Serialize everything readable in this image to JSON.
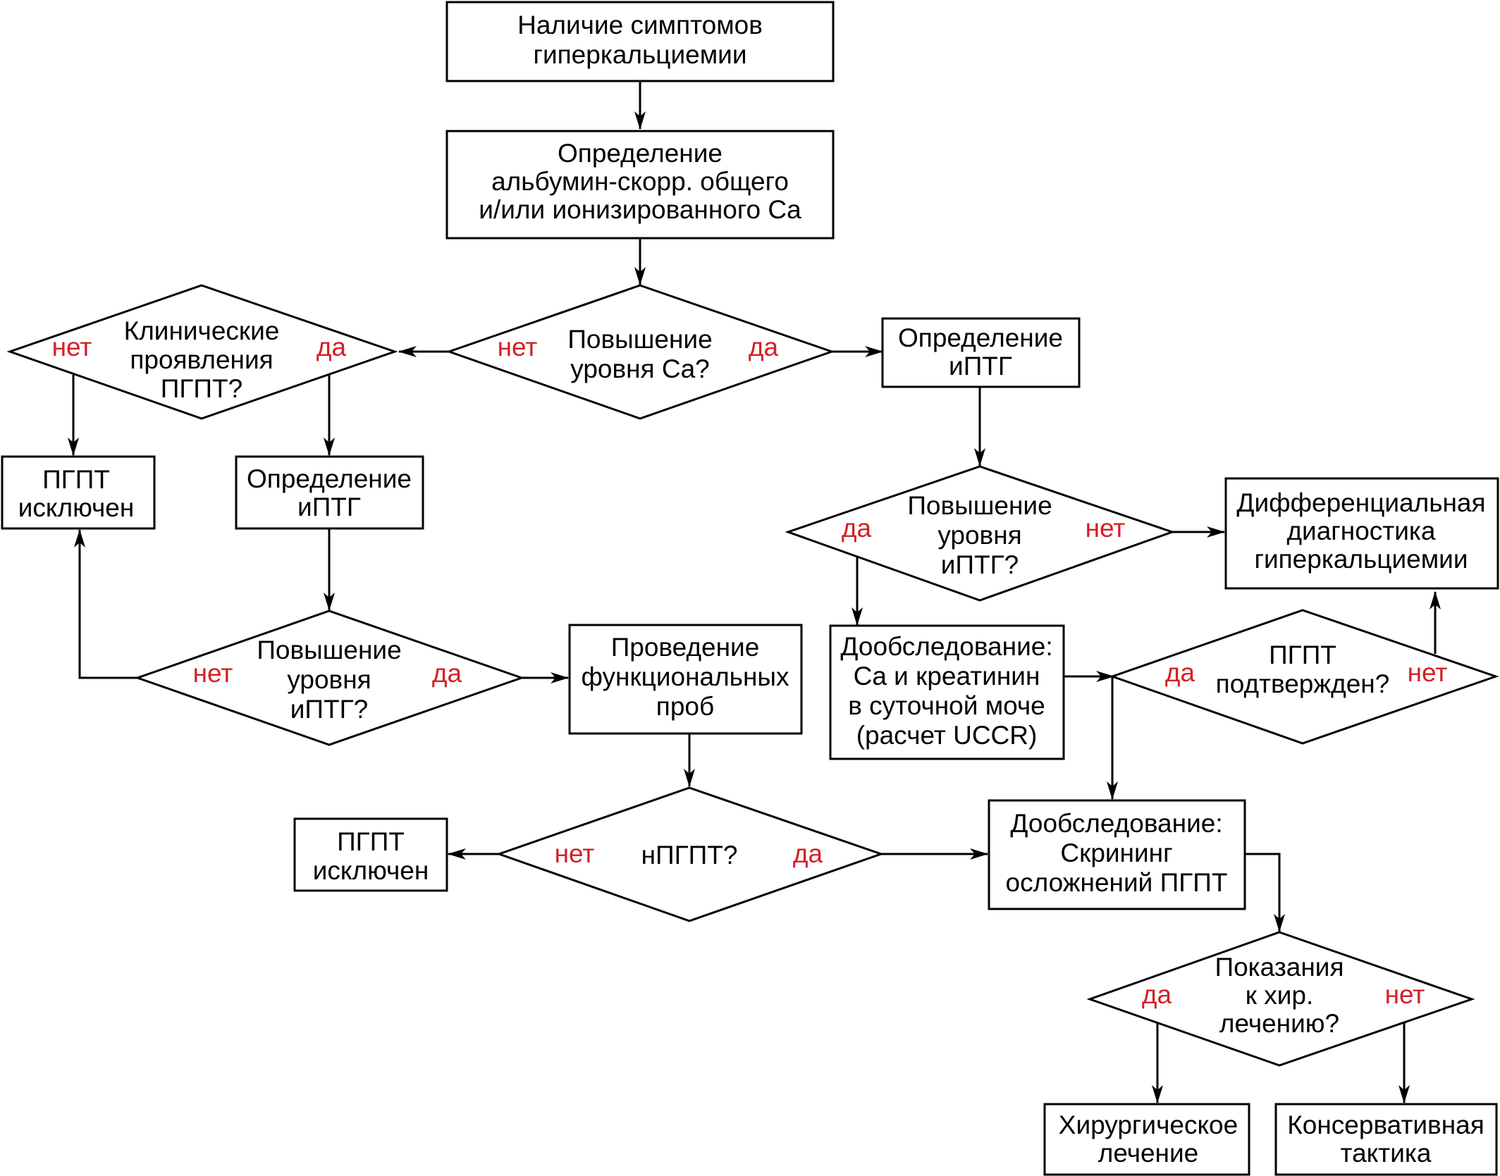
{
  "colors": {
    "stroke": "#000000",
    "answer": "#d42027",
    "background": "#ffffff"
  },
  "nodes": {
    "start": [
      "Наличие симптомов",
      "гиперкальциемии"
    ],
    "ca_test": [
      "Определение",
      "альбумин-скорр. общего",
      "и/или ионизированного Ca"
    ],
    "ca_raised": [
      "Повышение",
      "уровня Ca?"
    ],
    "clinical": [
      "Клинические",
      "проявления",
      "ПГПТ?"
    ],
    "pgpt_excluded_1": [
      "ПГПТ",
      "исключен"
    ],
    "ipth_test_left": [
      "Определение",
      "иПТГ"
    ],
    "ipth_raised_left": [
      "Повышение",
      "уровня",
      "иПТГ?"
    ],
    "functional": [
      "Проведение",
      "функциональных",
      "проб"
    ],
    "npgpt": [
      "нПГПТ?"
    ],
    "pgpt_excluded_2": [
      "ПГПТ",
      "исключен"
    ],
    "ipth_test_right": [
      "Определение",
      "иПТГ"
    ],
    "ipth_raised_right": [
      "Повышение",
      "уровня",
      "иПТГ?"
    ],
    "differential": [
      "Дифференциальная",
      "диагностика",
      "гиперкальциемии"
    ],
    "urine": [
      "Дообследование:",
      "Ca и креатинин",
      "в суточной моче",
      "(расчет UCCR)"
    ],
    "pgpt_confirmed": [
      "ПГПТ",
      "подтвержден?"
    ],
    "screening": [
      "Дообследование:",
      "Скрининг",
      "осложнений ПГПТ"
    ],
    "surgery_ind": [
      "Показания",
      "к хир.",
      "лечению?"
    ],
    "surgery": [
      "Хирургическое",
      "лечение"
    ],
    "conservative": [
      "Консервативная",
      "тактика"
    ]
  },
  "answers": {
    "ca_no": "нет",
    "ca_yes": "да",
    "clin_no": "нет",
    "clin_yes": "да",
    "ipthl_no": "нет",
    "ipthl_yes": "да",
    "npgpt_no": "нет",
    "npgpt_yes": "да",
    "ipthr_yes": "да",
    "ipthr_no": "нет",
    "conf_yes": "да",
    "conf_no": "нет",
    "surg_yes": "да",
    "surg_no": "нет"
  }
}
